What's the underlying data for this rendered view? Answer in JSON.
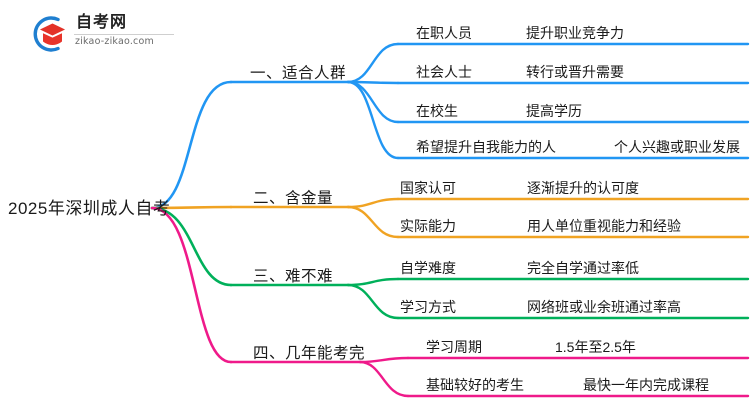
{
  "logo": {
    "title": "自考网",
    "subtitle": "zikao-zikao.com",
    "mark_name": "graduation-cap-circle-logo",
    "ring_color": "#1f7fd0",
    "cap_color": "#e8342a"
  },
  "mindmap": {
    "root": {
      "label": "2025年深圳成人自考"
    },
    "branches": [
      {
        "label": "一、适合人群",
        "color": "#2196f3",
        "children": [
          {
            "label": "在职人员",
            "desc": "提升职业竞争力"
          },
          {
            "label": "社会人士",
            "desc": "转行或晋升需要"
          },
          {
            "label": "在校生",
            "desc": "提高学历"
          },
          {
            "label": "希望提升自我能力的人",
            "desc": "个人兴趣或职业发展"
          }
        ]
      },
      {
        "label": "二、含金量",
        "color": "#f0a323",
        "children": [
          {
            "label": "国家认可",
            "desc": "逐渐提升的认可度"
          },
          {
            "label": "实际能力",
            "desc": "用人单位重视能力和经验"
          }
        ]
      },
      {
        "label": "三、难不难",
        "color": "#00b05a",
        "children": [
          {
            "label": "自学难度",
            "desc": "完全自学通过率低"
          },
          {
            "label": "学习方式",
            "desc": "网络班或业余班通过率高"
          }
        ]
      },
      {
        "label": "四、几年能考完",
        "color": "#ef1a8a",
        "children": [
          {
            "label": "学习周期",
            "desc": "1.5年至2.5年"
          },
          {
            "label": "基础较好的考生",
            "desc": "最快一年内完成课程"
          }
        ]
      }
    ]
  }
}
